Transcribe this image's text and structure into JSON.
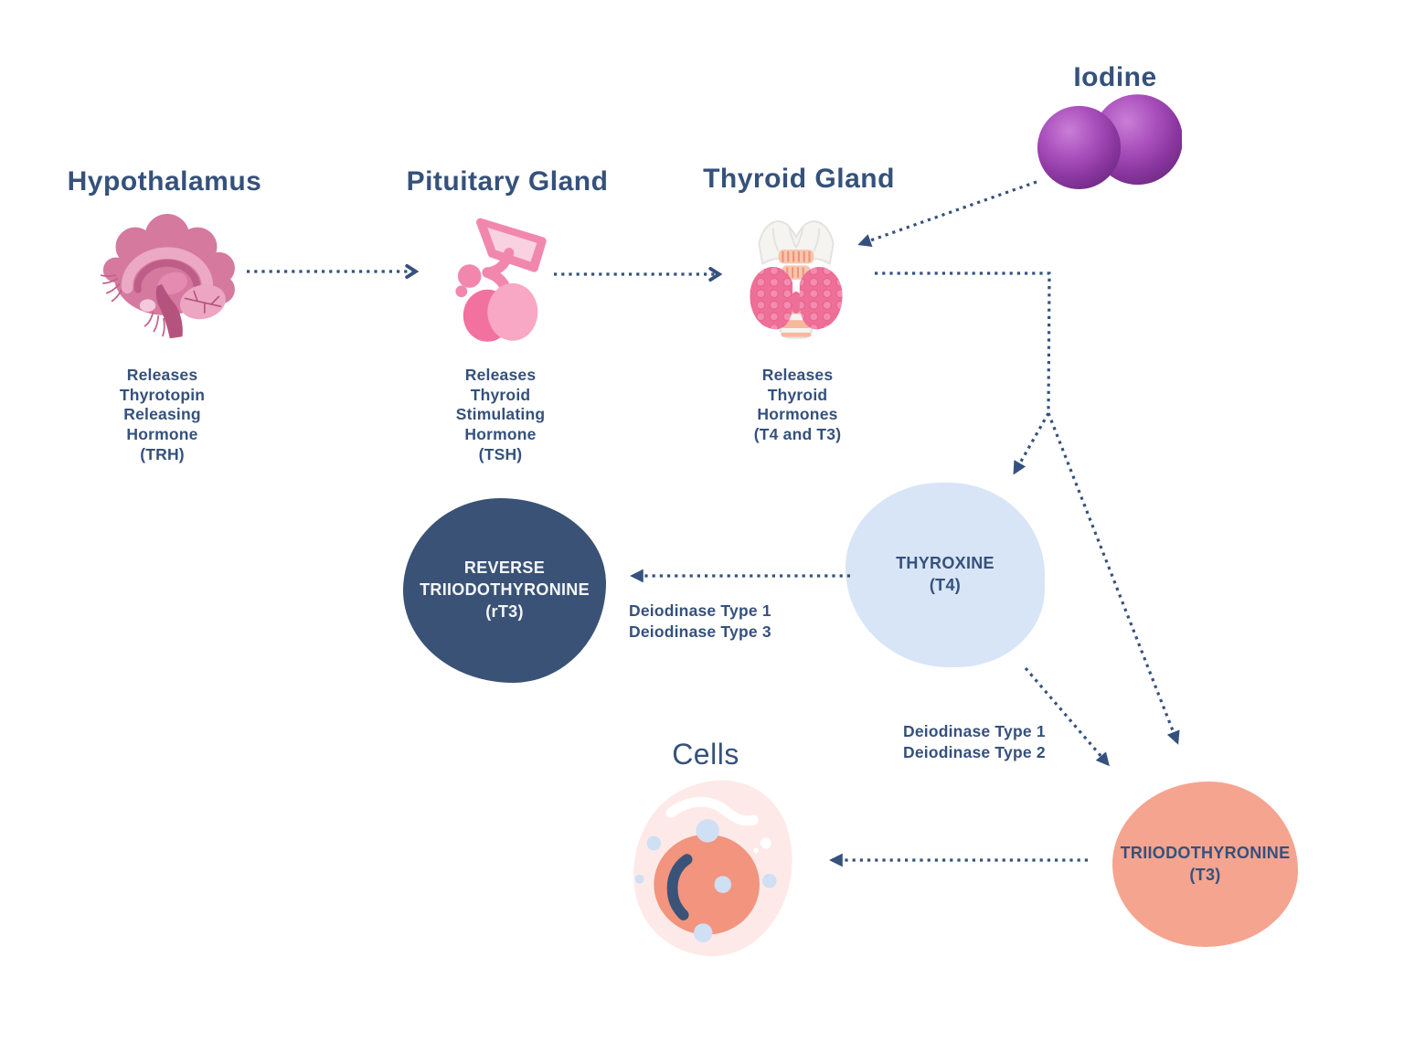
{
  "colors": {
    "accent_navy": "#35517e",
    "rt3_blob": "#3a5276",
    "t4_blob": "#d8e5f6",
    "t3_blob": "#f5a48f",
    "iodine_purple": "#8b37a0",
    "organ_pink": "#ee6f97"
  },
  "nodes": {
    "hypothalamus": {
      "title": "Hypothalamus",
      "caption": "Releases\nThyrotopin\nReleasing\nHormone\n(TRH)"
    },
    "pituitary": {
      "title": "Pituitary Gland",
      "caption": "Releases\nThyroid\nStimulating\nHormone\n(TSH)"
    },
    "thyroid": {
      "title": "Thyroid Gland",
      "caption": "Releases\nThyroid\nHormones\n(T4 and T3)"
    },
    "iodine": {
      "title": "Iodine"
    },
    "cells": {
      "title": "Cells"
    }
  },
  "blobs": {
    "rt3": {
      "label": "REVERSE\nTRIIODOTHYRONINE\n(rT3)"
    },
    "t4": {
      "label": "THYROXINE\n(T4)"
    },
    "t3": {
      "label": "TRIIODOTHYRONINE\n(T3)"
    }
  },
  "labels": {
    "deiodinase_t4_rt3": "Deiodinase Type 1\nDeiodinase Type 3",
    "deiodinase_t4_t3": "Deiodinase Type 1\nDeiodinase Type 2"
  },
  "icons": [
    "brain-icon",
    "pituitary-gland-icon",
    "thyroid-gland-icon",
    "iodine-molecule-icon",
    "cell-icon"
  ]
}
